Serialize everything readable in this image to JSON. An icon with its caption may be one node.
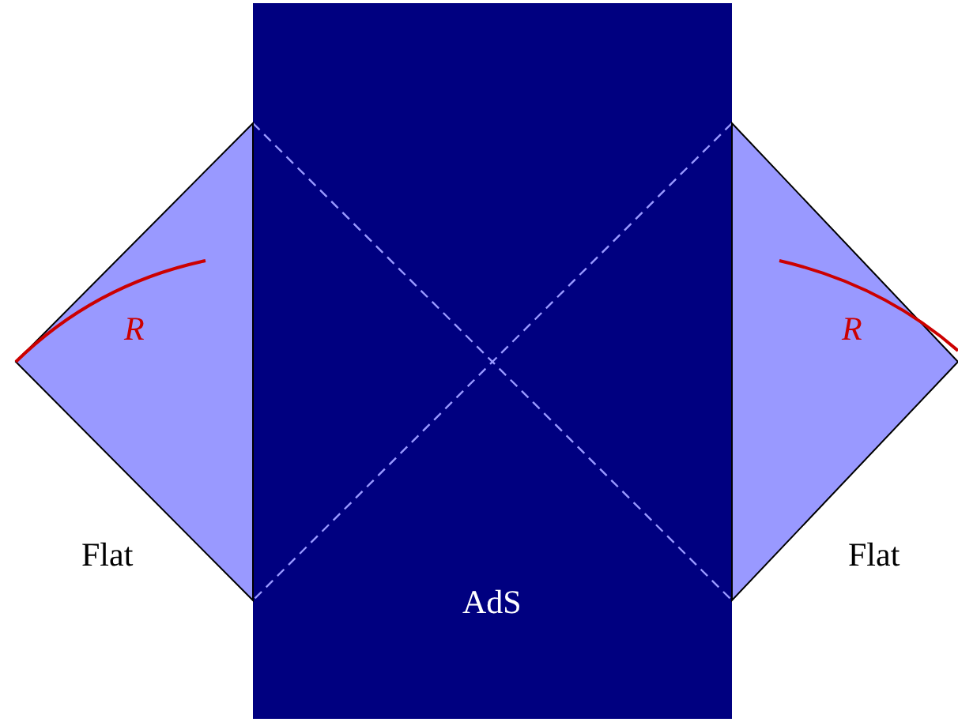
{
  "diagram": {
    "nodes": [
      {
        "text": [
          "R"
        ],
        "beside": [
          "Flat"
        ]
      },
      {
        "text": [
          "AdS"
        ]
      },
      {
        "text": [
          "R"
        ],
        "beside": [
          "Flat"
        ]
      }
    ]
  }
}
